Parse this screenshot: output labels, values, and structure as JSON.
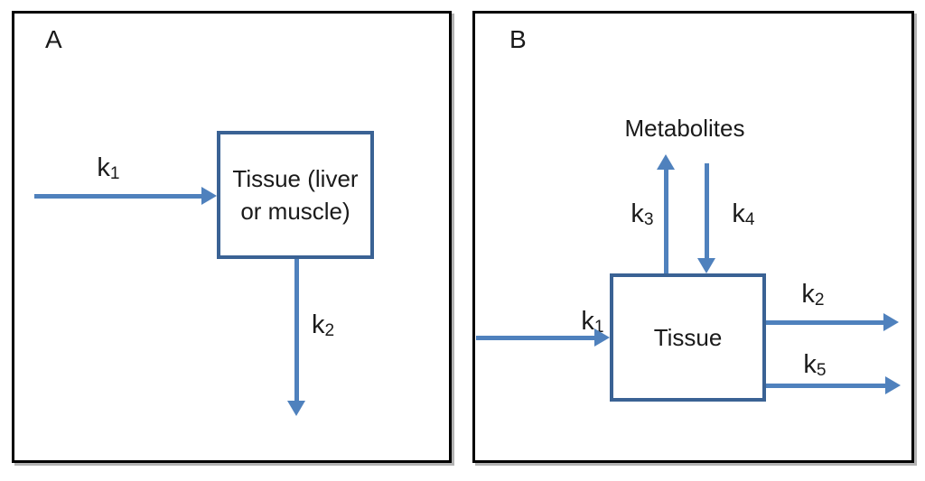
{
  "figure": {
    "description_visible_text_only": true
  },
  "colors": {
    "arrow": "#4f81bd",
    "box_border": "#3a6294",
    "panel_border": "#000000",
    "panel_shadow": "#b3b3b3",
    "text": "#1a1a1a",
    "bg": "#ffffff"
  },
  "panels": {
    "a": {
      "label": "A",
      "box_lines": [
        "Tissue (liver",
        "or muscle)"
      ],
      "arrows": {
        "k1": {
          "base": "k",
          "sub": "1"
        },
        "k2": {
          "base": "k",
          "sub": "2"
        }
      }
    },
    "b": {
      "label": "B",
      "metabolites_label": "Metabolites",
      "box_label": "Tissue",
      "arrows": {
        "k1": {
          "base": "k",
          "sub": "1"
        },
        "k2": {
          "base": "k",
          "sub": "2"
        },
        "k3": {
          "base": "k",
          "sub": "3"
        },
        "k4": {
          "base": "k",
          "sub": "4"
        },
        "k5": {
          "base": "k",
          "sub": "5"
        }
      }
    }
  }
}
